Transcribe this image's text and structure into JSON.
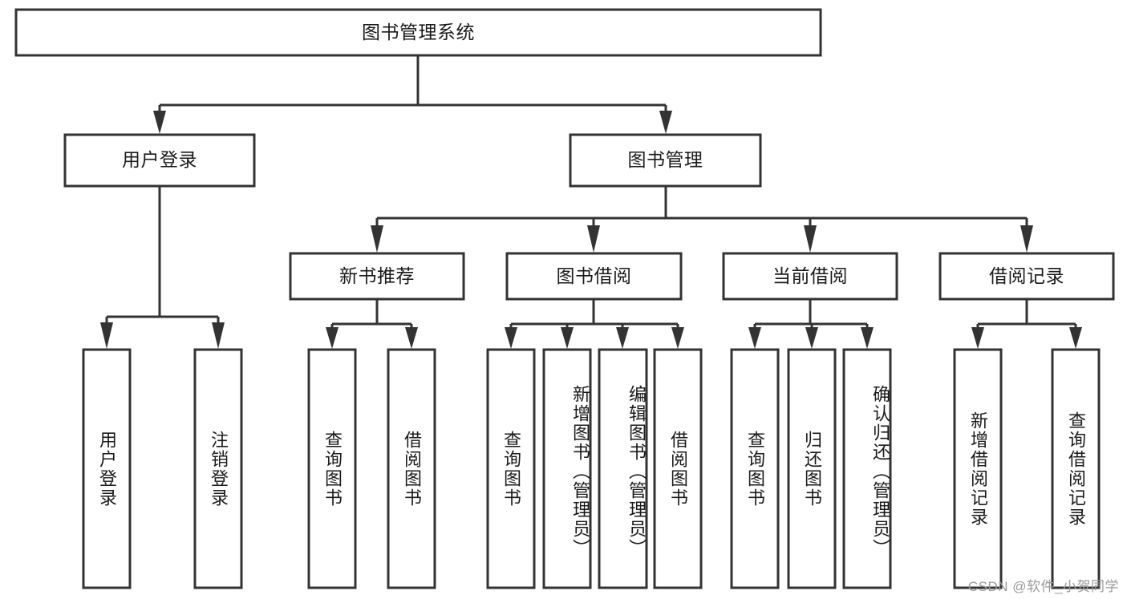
{
  "diagram": {
    "title": "图书管理系统",
    "type": "tree-hierarchy",
    "watermark": "CSDN @软件_小贺同学",
    "colors": {
      "box_stroke": "#333333",
      "box_fill": "#ffffff",
      "text": "#1a1a1a",
      "watermark": "#9a9a9a",
      "background": "#ffffff"
    },
    "root": {
      "label": "图书管理系统"
    },
    "level2": [
      {
        "label": "用户登录"
      },
      {
        "label": "图书管理"
      }
    ],
    "level3": [
      {
        "label": "新书推荐"
      },
      {
        "label": "图书借阅"
      },
      {
        "label": "当前借阅"
      },
      {
        "label": "借阅记录"
      }
    ],
    "leaves": {
      "user_login": [
        {
          "label": "用户登录"
        },
        {
          "label": "注销登录"
        }
      ],
      "new_book_recommend": [
        {
          "label": "查询图书"
        },
        {
          "label": "借阅图书"
        }
      ],
      "book_borrow": [
        {
          "label": "查询图书"
        },
        {
          "label": "新增图书（管理员）"
        },
        {
          "label": "编辑图书（管理员）"
        },
        {
          "label": "借阅图书"
        }
      ],
      "current_borrow": [
        {
          "label": "查询图书"
        },
        {
          "label": "归还图书"
        },
        {
          "label": "确认归还（管理员）"
        }
      ],
      "borrow_record": [
        {
          "label": "新增借阅记录"
        },
        {
          "label": "查询借阅记录"
        }
      ]
    }
  }
}
